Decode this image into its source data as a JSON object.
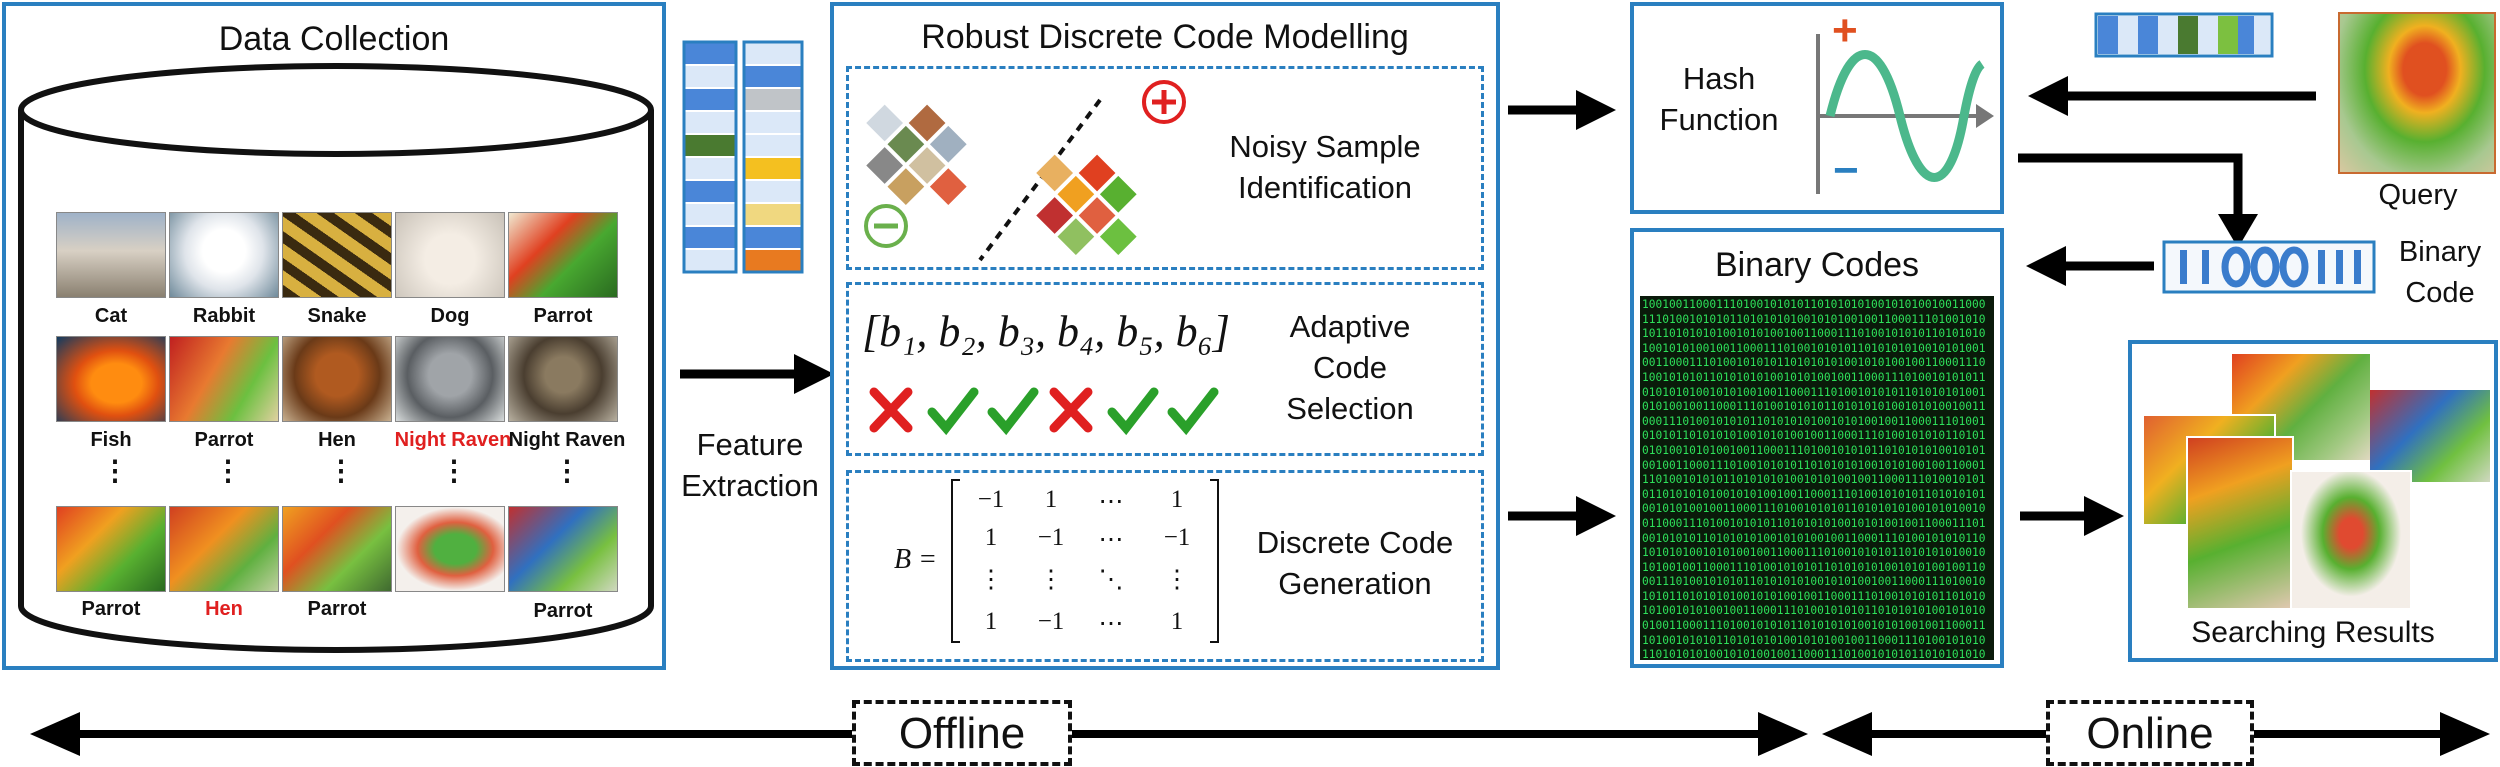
{
  "colors": {
    "panel_border": "#2a7fc0",
    "check": "#2aa02a",
    "cross": "#e02020",
    "sine": "#4cb88c",
    "matrix_bg": "#0a1a0a",
    "matrix_text": "#2ee05a"
  },
  "data_collection": {
    "title": "Data Collection",
    "row1": [
      "Cat",
      "Rabbit",
      "Snake",
      "Dog",
      "Parrot"
    ],
    "row2": [
      "Fish",
      "Parrot",
      "Hen",
      "Night Raven",
      "Night Raven"
    ],
    "row3": [
      "Parrot",
      "Hen",
      "Parrot",
      "",
      "Parrot"
    ],
    "dots": "⋮"
  },
  "feature_extraction": "Feature Extraction",
  "rdcm": {
    "title": "Robust Discrete Code Modelling",
    "noisy_label": "Noisy Sample Identification",
    "adaptive_label": "Adaptive Code Selection",
    "discrete_label": "Discrete Code Generation",
    "b_vector": "[b₁, b₂, b₃, b₄, b₅, b₆]",
    "selection": [
      "cross",
      "check",
      "check",
      "cross",
      "check",
      "check"
    ],
    "matrix_prefix": "B =",
    "matrix": [
      [
        "−1",
        "1",
        "⋯",
        "1"
      ],
      [
        "1",
        "−1",
        "⋯",
        "−1"
      ],
      [
        "⋮",
        "⋮",
        "⋱",
        "⋮"
      ],
      [
        "1",
        "−1",
        "⋯",
        "1"
      ]
    ],
    "plus_sign": "+",
    "minus_sign": "−"
  },
  "hash_function": {
    "label": "Hash Function",
    "plus": "+",
    "minus": "−"
  },
  "binary_codes": {
    "title": "Binary Codes"
  },
  "query": {
    "label": "Query"
  },
  "binary_code": {
    "label": "Binary Code",
    "bits": "11000111"
  },
  "results": {
    "label": "Searching Results"
  },
  "phases": {
    "offline": "Offline",
    "online": "Online"
  }
}
